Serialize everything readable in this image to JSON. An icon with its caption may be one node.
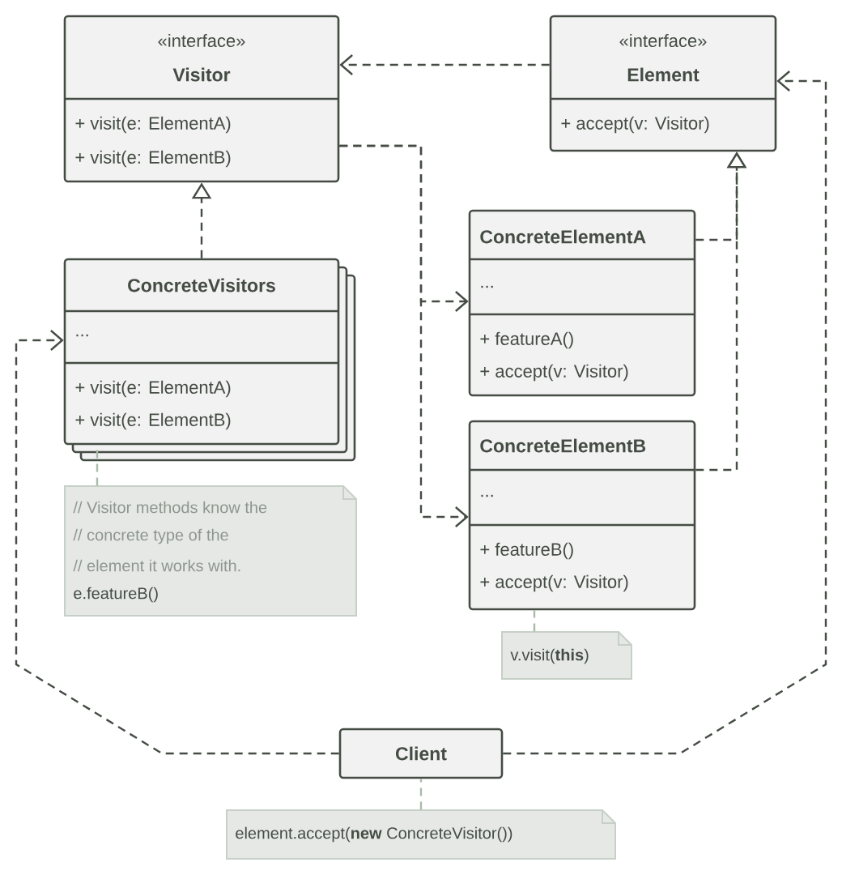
{
  "diagram": {
    "nodes": [
      {
        "text": [
          "«interface»",
          "Visitor",
          "+ visit(e: ElementA)",
          "+ visit(e: ElementB)"
        ]
      },
      {
        "text": [
          "«interface»",
          "Element",
          "+ accept(v: Visitor)"
        ]
      },
      {
        "text": [
          "ConcreteVisitors",
          "...",
          "+ visit(e: ElementA)",
          "+ visit(e: ElementB)"
        ]
      },
      {
        "text": [
          "ConcreteElementA",
          "...",
          "+ featureA()",
          "+ accept(v: Visitor)"
        ]
      },
      {
        "text": [
          "ConcreteElementB",
          "...",
          "+ featureB()",
          "+ accept(v: Visitor)"
        ]
      },
      {
        "text": [
          "// Visitor methods know the",
          "// concrete type of the",
          "// element it works with.",
          "e.featureB()"
        ]
      },
      {
        "text": [
          "v.visit(**this**)"
        ]
      },
      {
        "text": [
          "Client"
        ]
      },
      {
        "text": [
          "element.accept(**new** ConcreteVisitor())"
        ]
      }
    ],
    "edges": [
      {
        "from": 1,
        "to": 0,
        "arrow": "to",
        "style": "dashed"
      },
      {
        "from": 2,
        "to": 0,
        "arrow": "to",
        "style": "dashed"
      },
      {
        "from": 3,
        "to": 1,
        "arrow": "to",
        "style": "dashed"
      },
      {
        "from": 4,
        "to": 1,
        "arrow": "to",
        "style": "dashed"
      },
      {
        "from": 0,
        "to": 3,
        "arrow": "to",
        "style": "dashed"
      },
      {
        "from": 0,
        "to": 4,
        "arrow": "to",
        "style": "dashed"
      },
      {
        "from": 7,
        "to": 2,
        "arrow": "to",
        "style": "dashed"
      },
      {
        "from": 7,
        "to": 1,
        "arrow": "to",
        "style": "dashed"
      },
      {
        "from": 5,
        "to": 2,
        "arrow": "none",
        "style": "dashed",
        "color": "#a8bca8"
      },
      {
        "from": 6,
        "to": 4,
        "arrow": "none",
        "style": "dashed",
        "color": "#a8bca8"
      },
      {
        "from": 8,
        "to": 7,
        "arrow": "none",
        "style": "dashed",
        "color": "#a8bca8"
      }
    ]
  }
}
